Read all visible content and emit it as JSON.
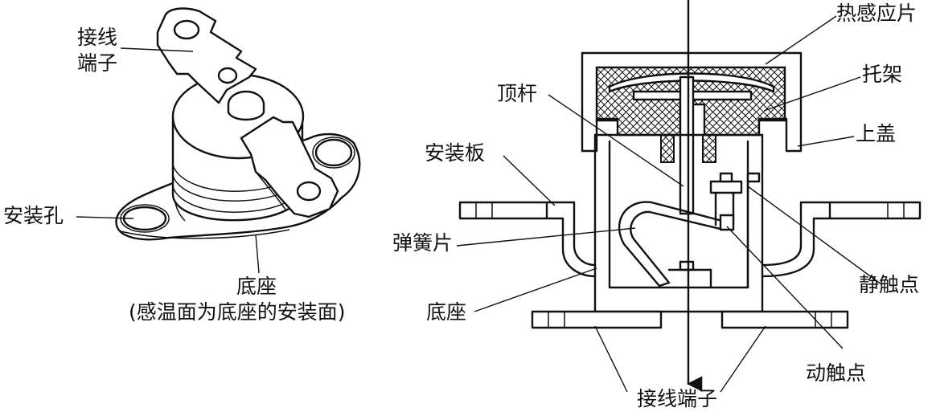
{
  "left_figure": {
    "labels": {
      "terminal_line1": "接线",
      "terminal_line2": "端子",
      "mounting_hole": "安装孔",
      "base": "底座",
      "base_note": "(感温面为底座的安装面)"
    }
  },
  "right_figure": {
    "labels": {
      "thermal_disc": "热感应片",
      "bracket": "托架",
      "top_rod": "顶杆",
      "upper_cover": "上盖",
      "mounting_plate": "安装板",
      "spring_plate": "弹簧片",
      "static_contact": "静触点",
      "base": "底座",
      "moving_contact": "动触点",
      "terminals": "接线端子"
    }
  }
}
